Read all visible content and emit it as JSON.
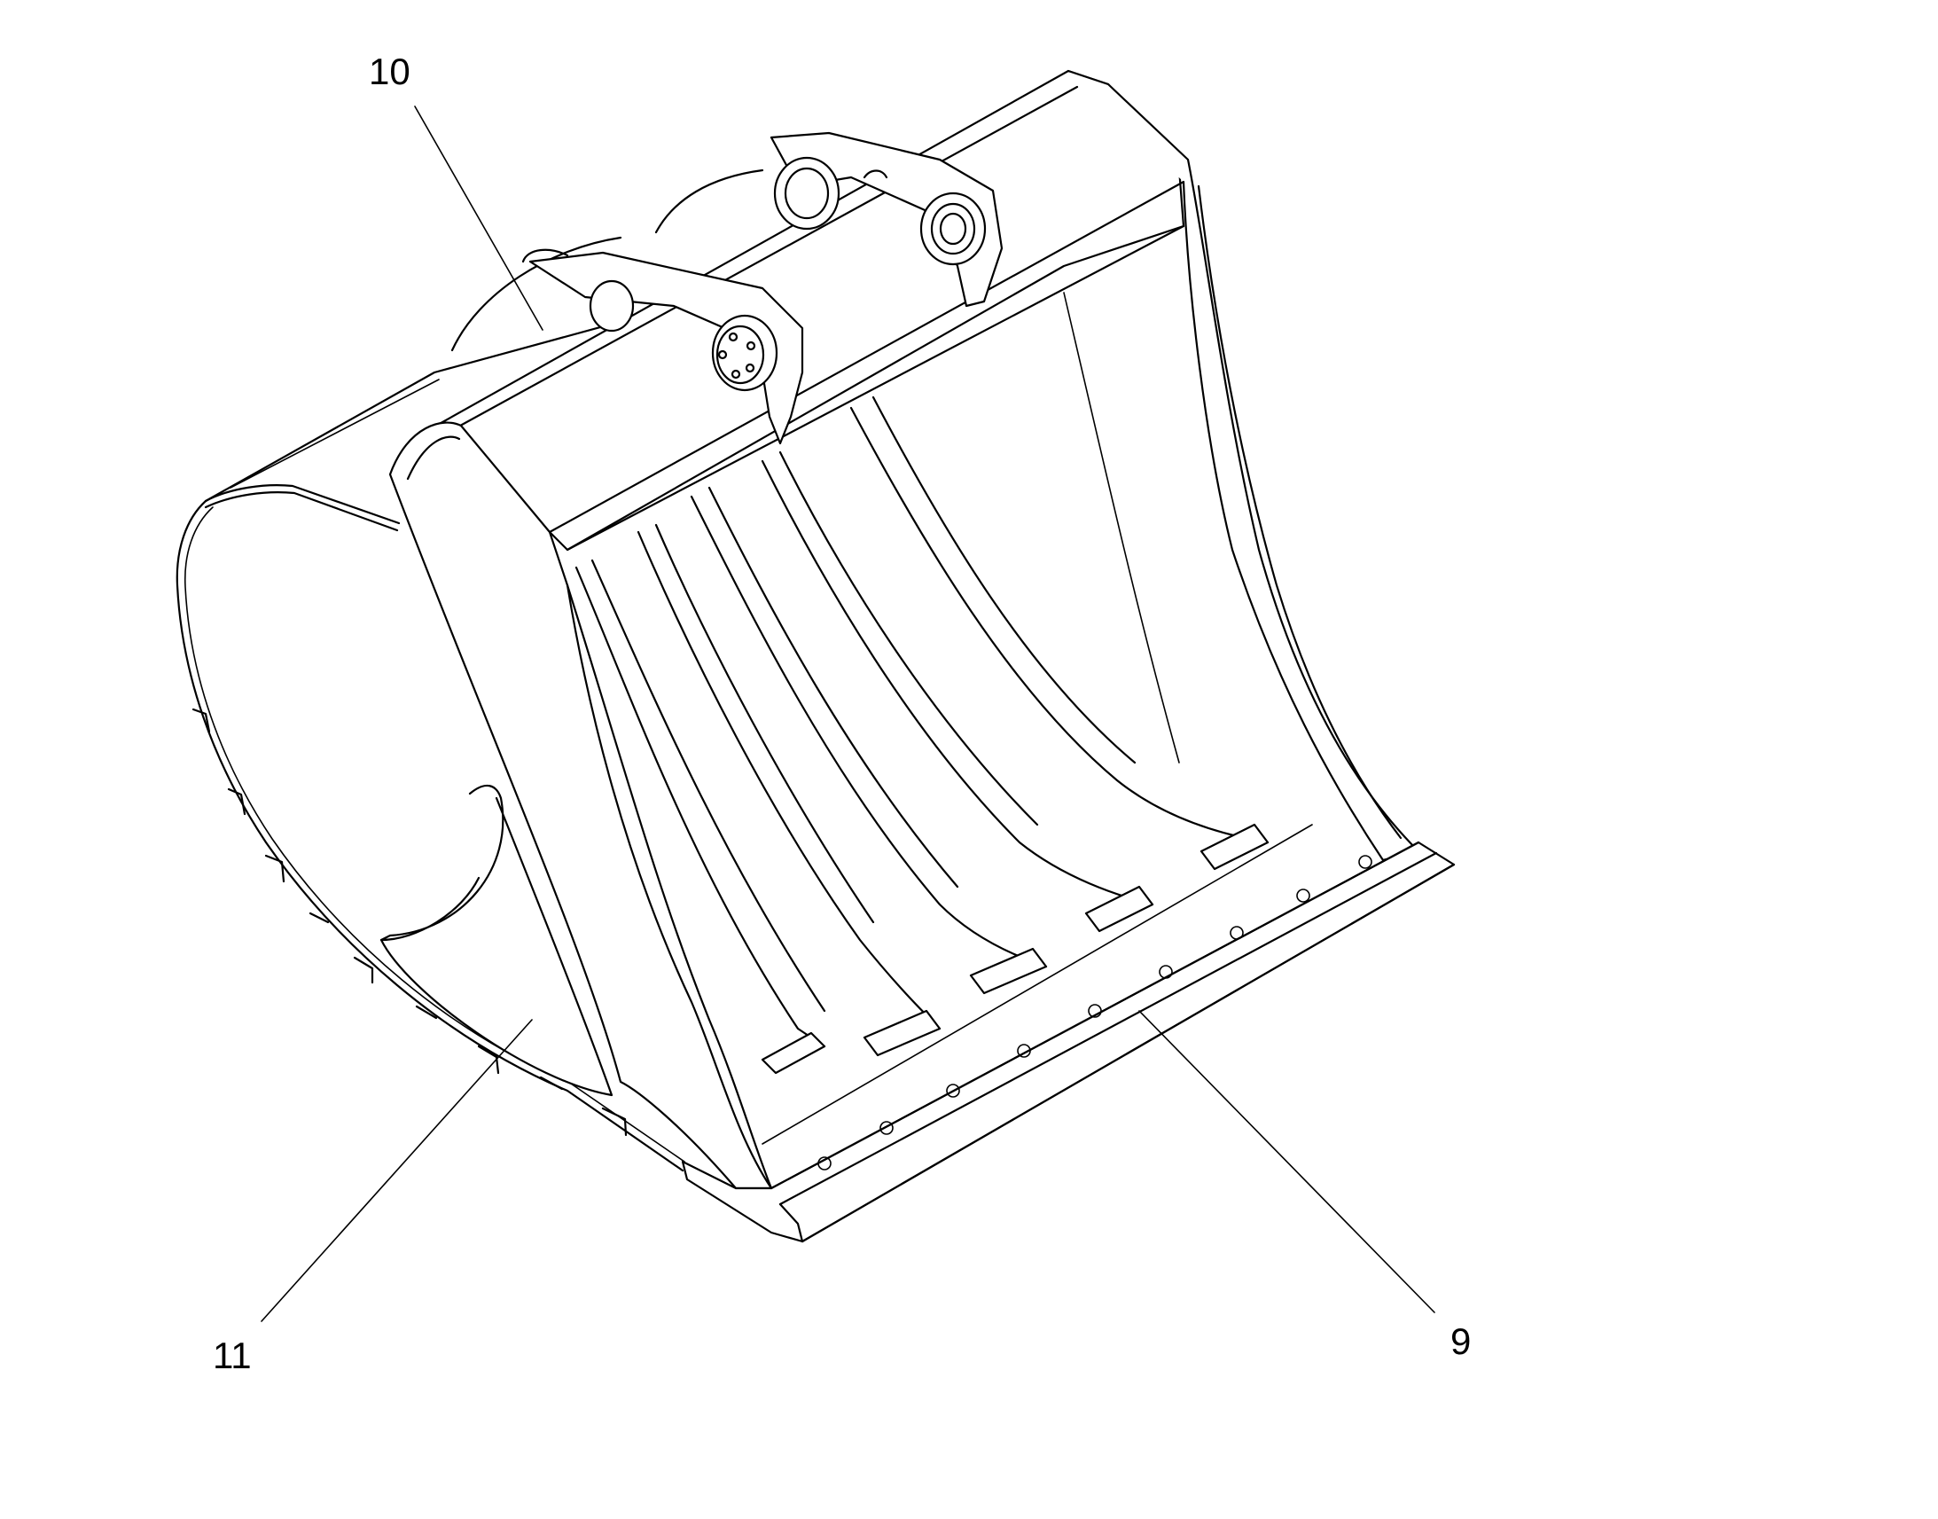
{
  "callouts": {
    "part_10": "10",
    "part_11": "11",
    "part_9": "9"
  }
}
